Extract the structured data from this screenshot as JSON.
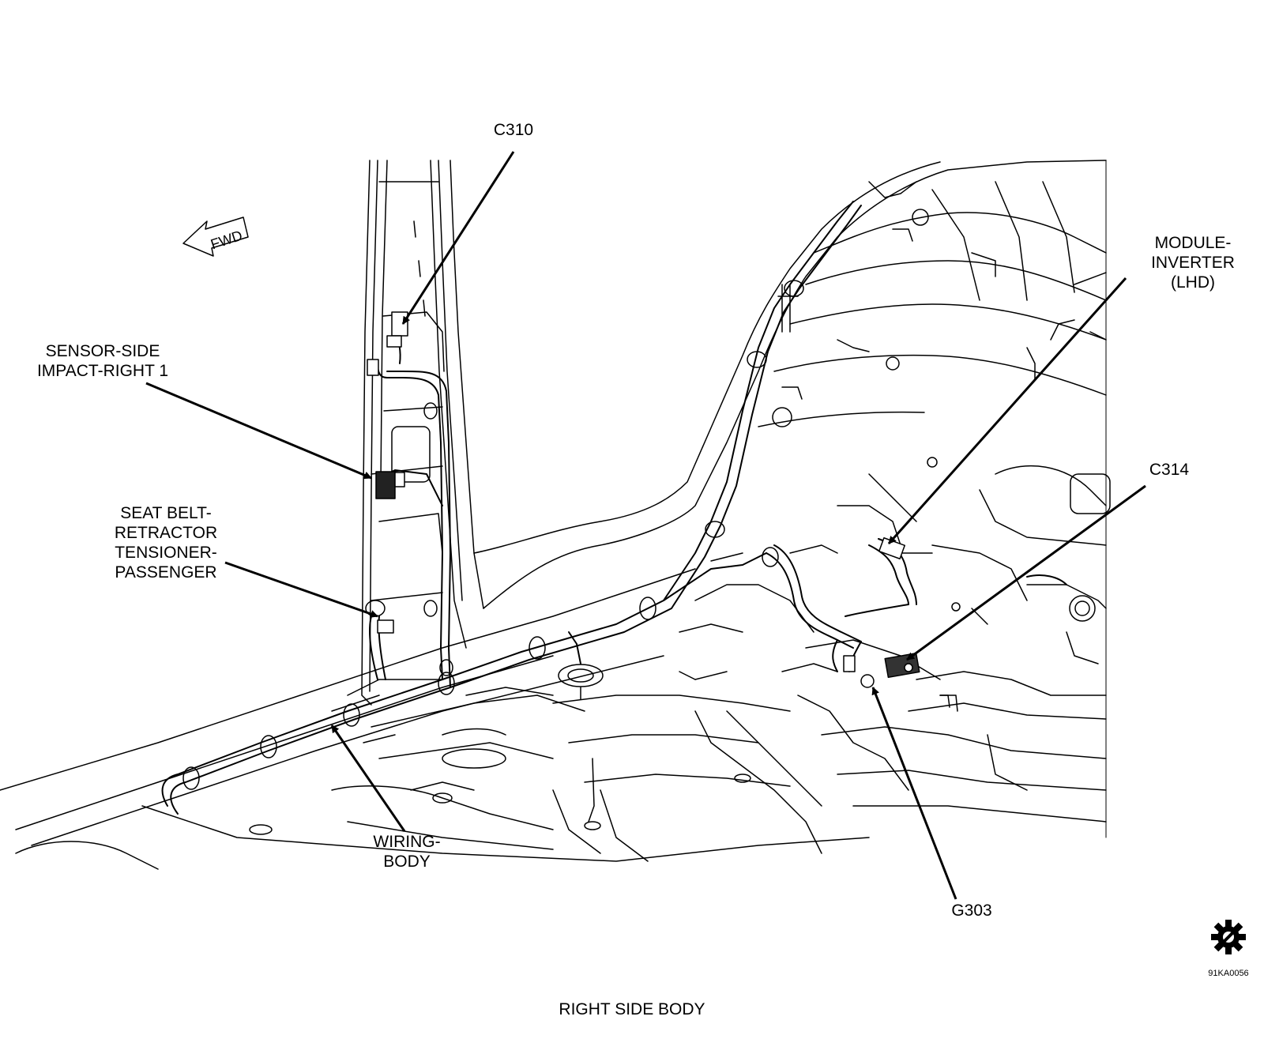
{
  "callouts": {
    "c310": "C310",
    "sensor_side_impact": [
      "SENSOR-SIDE",
      "IMPACT-RIGHT 1"
    ],
    "seat_belt_retractor": [
      "SEAT BELT-",
      "RETRACTOR",
      "TENSIONER-",
      "PASSENGER"
    ],
    "wiring_body": [
      "WIRING-",
      "BODY"
    ],
    "module_inverter": [
      "MODULE-",
      "INVERTER",
      "(LHD)"
    ],
    "c314": "C314",
    "g303": "G303"
  },
  "fwd_label": "FWD",
  "caption": "RIGHT SIDE BODY",
  "figure_id": "91KA0056",
  "icon": "gear-wrench-logo-icon"
}
